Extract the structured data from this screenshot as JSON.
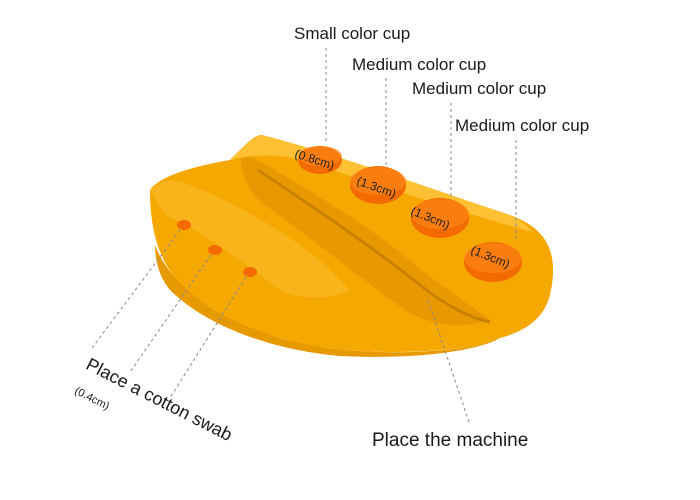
{
  "colors": {
    "background": "#ffffff",
    "body": "#f5a800",
    "body_shadow": "#d88e00",
    "cup_interior": "#f26a00",
    "leader_line": "#888888",
    "text": "#1a1a1a"
  },
  "labels": {
    "small_cup": "Small color cup",
    "medium_cup_1": "Medium color cup",
    "medium_cup_2": "Medium color cup",
    "medium_cup_3": "Medium color cup",
    "cotton_swab": "Place a cotton swab",
    "cotton_swab_size": "(0.4cm)",
    "machine": "Place the machine"
  },
  "cup_sizes": {
    "small": "(0.8cm)",
    "medium_1": "(1.3cm)",
    "medium_2": "(1.3cm)",
    "medium_3": "(1.3cm)"
  }
}
